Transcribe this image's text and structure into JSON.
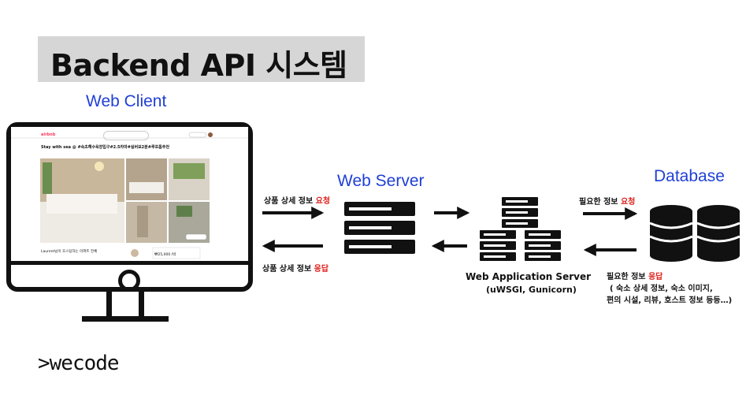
{
  "title": "Backend API 시스템",
  "labels": {
    "web_client": "Web Client",
    "web_server": "Web Server",
    "database": "Database",
    "was_name": "Web Application Server",
    "was_sub": "(uWSGI, Gunicorn)",
    "brand": ">wecode"
  },
  "arrows": {
    "client_request_prefix": "상품 상세 정보 ",
    "client_request_accent": "요청",
    "client_response_prefix": "상품 상세 정보 ",
    "client_response_accent": "응답",
    "db_request_prefix": "필요한 정보 ",
    "db_request_accent": "요청",
    "db_response_prefix": "필요한 정보 ",
    "db_response_accent": "응답",
    "db_response_detail_1": "( 숙소 상세 정보, 숙소 이미지,",
    "db_response_detail_2": "편의 시설, 리뷰, 호스트 정보 등등…)"
  },
  "screen": {
    "logo": "airbnb",
    "page_title": "Stay with sea @ #속초해수욕장입구#2.5라마#실버보2분#루프톱추천",
    "listing_name": "Laurent님이 호스팅하는 아파트 전체",
    "price": "₩25,000 /박"
  },
  "colors": {
    "label_blue": "#1f3fd6",
    "accent_red": "#e0201b",
    "title_bg": "#d6d6d6"
  }
}
